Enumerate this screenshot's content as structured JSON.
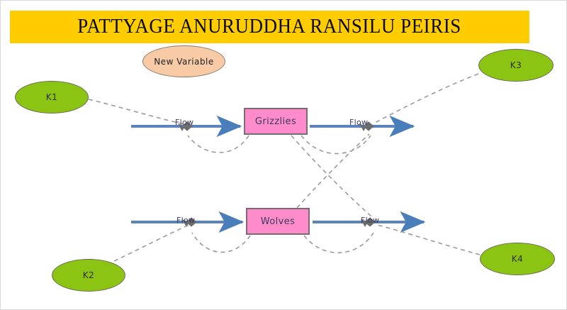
{
  "title": {
    "text": "PATTYAGE ANURUDDHA RANSILU PEIRIS",
    "banner_color": "#FFCC00"
  },
  "colors": {
    "banner": "#FFCC00",
    "stock_fill": "#FF8CCA",
    "stock_border": "#7a6a74",
    "ellipse_green": "#8CC413",
    "ellipse_peach": "#F8CBA6",
    "flow_arrow": "#4A7EBB",
    "connector_dashed": "#9a9a9a",
    "canvas_border": "#d9d9d9"
  },
  "diagram": {
    "type": "stock-and-flow",
    "stocks": [
      {
        "id": "grizzlies",
        "label": "Grizzlies"
      },
      {
        "id": "wolves",
        "label": "Wolves"
      }
    ],
    "variables": [
      {
        "id": "new-variable",
        "label": "New Variable",
        "color": "#F8CBA6"
      },
      {
        "id": "k1",
        "label": "K1",
        "color": "#8CC413"
      },
      {
        "id": "k2",
        "label": "K2",
        "color": "#8CC413"
      },
      {
        "id": "k3",
        "label": "K3",
        "color": "#8CC413"
      },
      {
        "id": "k4",
        "label": "K4",
        "color": "#8CC413"
      }
    ],
    "flows": [
      {
        "id": "flow-grizzlies-in",
        "label": "Flow",
        "target": "grizzlies"
      },
      {
        "id": "flow-grizzlies-out",
        "label": "Flow",
        "source": "grizzlies"
      },
      {
        "id": "flow-wolves-in",
        "label": "Flow",
        "target": "wolves"
      },
      {
        "id": "flow-wolves-out",
        "label": "Flow",
        "source": "wolves"
      }
    ],
    "connectors": [
      {
        "from": "k1",
        "to": "flow-grizzlies-in"
      },
      {
        "from": "k3",
        "to": "flow-grizzlies-out"
      },
      {
        "from": "k2",
        "to": "flow-wolves-in"
      },
      {
        "from": "k4",
        "to": "flow-wolves-out"
      },
      {
        "from": "grizzlies",
        "to": "flow-grizzlies-in"
      },
      {
        "from": "grizzlies",
        "to": "flow-grizzlies-out"
      },
      {
        "from": "grizzlies",
        "to": "flow-wolves-out"
      },
      {
        "from": "wolves",
        "to": "flow-grizzlies-out"
      },
      {
        "from": "wolves",
        "to": "flow-wolves-in"
      },
      {
        "from": "wolves",
        "to": "flow-wolves-out"
      }
    ]
  }
}
